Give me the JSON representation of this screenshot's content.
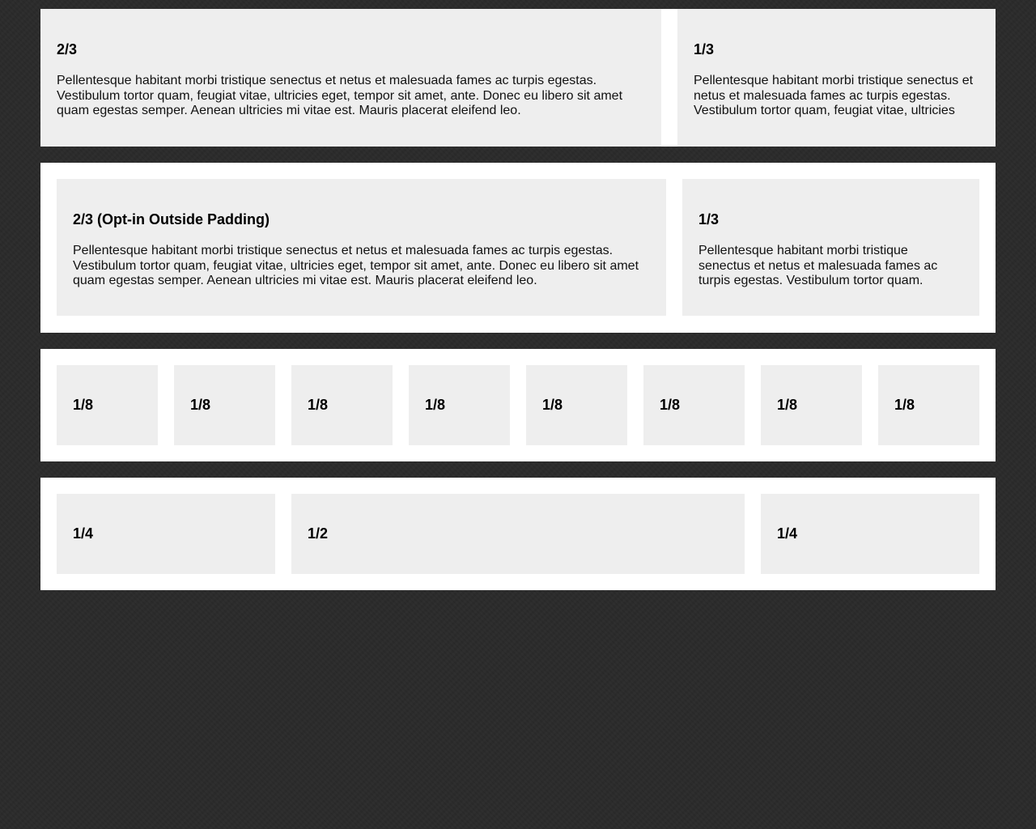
{
  "rows": [
    {
      "cells": [
        {
          "title": "2/3",
          "text": "Pellentesque habitant morbi tristique senectus et netus et malesuada fames ac turpis egestas. Vestibulum tortor quam, feugiat vitae, ultricies eget, tempor sit amet, ante. Donec eu libero sit amet quam egestas semper. Aenean ultricies mi vitae est. Mauris placerat eleifend leo."
        },
        {
          "title": "1/3",
          "text": "Pellentesque habitant morbi tristique senectus et netus et malesuada fames ac turpis egestas. Vestibulum tortor quam, feugiat vitae, ultricies"
        }
      ]
    },
    {
      "cells": [
        {
          "title": "2/3 (Opt-in Outside Padding)",
          "text": "Pellentesque habitant morbi tristique senectus et netus et malesuada fames ac turpis egestas. Vestibulum tortor quam, feugiat vitae, ultricies eget, tempor sit amet, ante. Donec eu libero sit amet quam egestas semper. Aenean ultricies mi vitae est. Mauris placerat eleifend leo."
        },
        {
          "title": "1/3",
          "text": "Pellentesque habitant morbi tristique senectus et netus et malesuada fames ac turpis egestas. Vestibulum tortor quam."
        }
      ]
    },
    {
      "cells": [
        {
          "title": "1/8"
        },
        {
          "title": "1/8"
        },
        {
          "title": "1/8"
        },
        {
          "title": "1/8"
        },
        {
          "title": "1/8"
        },
        {
          "title": "1/8"
        },
        {
          "title": "1/8"
        },
        {
          "title": "1/8"
        }
      ]
    },
    {
      "cells": [
        {
          "title": "1/4"
        },
        {
          "title": "1/2"
        },
        {
          "title": "1/4"
        }
      ]
    }
  ],
  "colors": {
    "background": "#2b2b2b",
    "row": "#ffffff",
    "cell": "#eeeeee"
  }
}
